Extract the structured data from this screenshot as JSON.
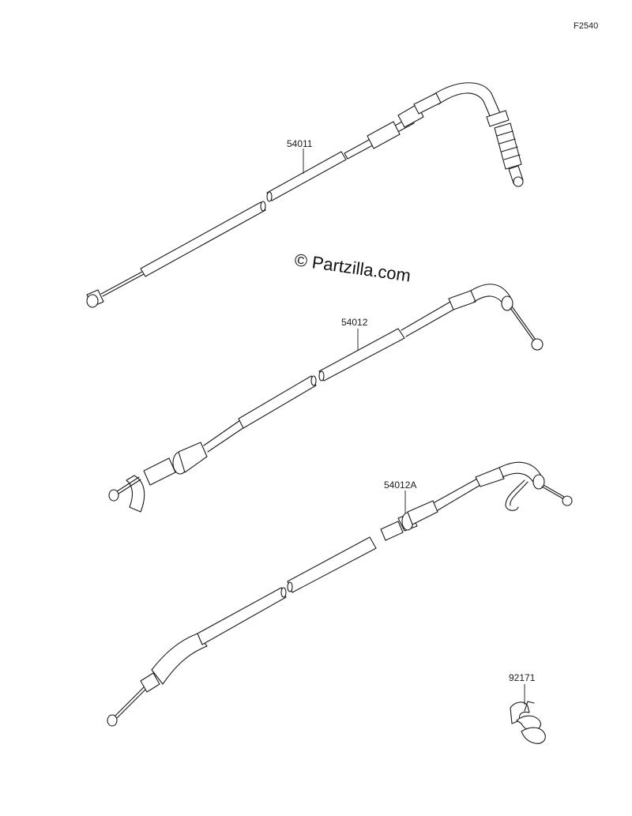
{
  "figure_code": "F2540",
  "watermark": "© Partzilla.com",
  "parts": [
    {
      "id": "cable-1",
      "number": "54011"
    },
    {
      "id": "cable-2",
      "number": "54012"
    },
    {
      "id": "cable-3",
      "number": "54012A"
    },
    {
      "id": "clamp",
      "number": "92171"
    }
  ]
}
